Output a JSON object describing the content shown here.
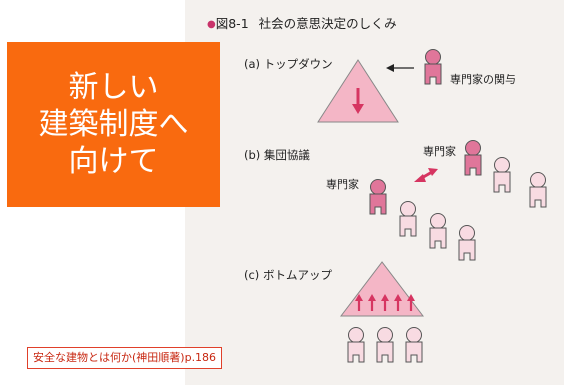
{
  "figure": {
    "number": "図8-1",
    "title": "社会の意思決定のしくみ"
  },
  "sections": {
    "a": {
      "label": "(a) トップダウン",
      "expert_label": "専門家の関与"
    },
    "b": {
      "label": "(b) 集団協議",
      "expert_left": "専門家",
      "expert_right": "専門家"
    },
    "c": {
      "label": "(c) ボトムアップ"
    }
  },
  "overlay": {
    "text": "新しい\n建築制度へ\n向けて"
  },
  "source": {
    "text": "安全な建物とは何か(神田順著)p.186"
  },
  "colors": {
    "orange": "#f96a0f",
    "pink_dark": "#e0769a",
    "pink_light": "#f8dbe2",
    "arrow_red": "#d63561",
    "source_red": "#e0402a"
  }
}
